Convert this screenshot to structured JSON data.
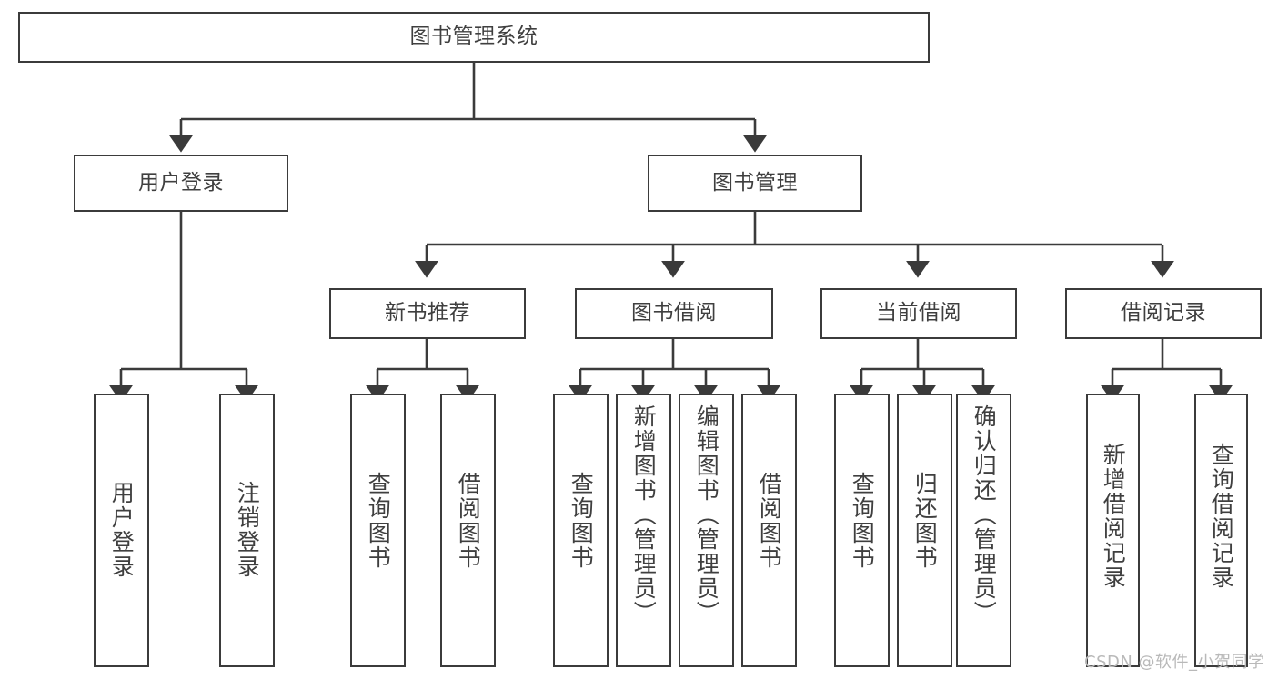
{
  "diagram": {
    "title": "图书管理系统",
    "type": "hierarchy-tree",
    "watermark": "CSDN @软件_小贺同学",
    "colors": {
      "border": "#3b3b3b",
      "text": "#3f3f3f",
      "arrow": "#3a3a3a",
      "background": "#ffffff",
      "watermark": "#b9b9b9"
    },
    "nodes": {
      "root": {
        "label": "图书管理系统"
      },
      "level2": [
        {
          "id": "user-login",
          "label": "用户登录"
        },
        {
          "id": "book-manage",
          "label": "图书管理"
        }
      ],
      "level3": [
        {
          "id": "new-book-recommend",
          "label": "新书推荐"
        },
        {
          "id": "book-borrow",
          "label": "图书借阅"
        },
        {
          "id": "current-borrow",
          "label": "当前借阅"
        },
        {
          "id": "borrow-record",
          "label": "借阅记录"
        }
      ],
      "leaves": {
        "user-login": [
          {
            "id": "leaf-user-login",
            "label": "用户登录"
          },
          {
            "id": "leaf-logout",
            "label": "注销登录"
          }
        ],
        "new-book-recommend": [
          {
            "id": "leaf-query-book-1",
            "label": "查询图书"
          },
          {
            "id": "leaf-borrow-book-1",
            "label": "借阅图书"
          }
        ],
        "book-borrow": [
          {
            "id": "leaf-query-book-2",
            "label": "查询图书"
          },
          {
            "id": "leaf-add-book",
            "label": "新增图书（管理员）"
          },
          {
            "id": "leaf-edit-book",
            "label": "编辑图书（管理员）"
          },
          {
            "id": "leaf-borrow-book-2",
            "label": "借阅图书"
          }
        ],
        "current-borrow": [
          {
            "id": "leaf-query-book-3",
            "label": "查询图书"
          },
          {
            "id": "leaf-return-book",
            "label": "归还图书"
          },
          {
            "id": "leaf-confirm-return",
            "label": "确认归还（管理员）"
          }
        ],
        "borrow-record": [
          {
            "id": "leaf-add-record",
            "label": "新增借阅记录"
          },
          {
            "id": "leaf-query-record",
            "label": "查询借阅记录"
          }
        ]
      }
    }
  }
}
